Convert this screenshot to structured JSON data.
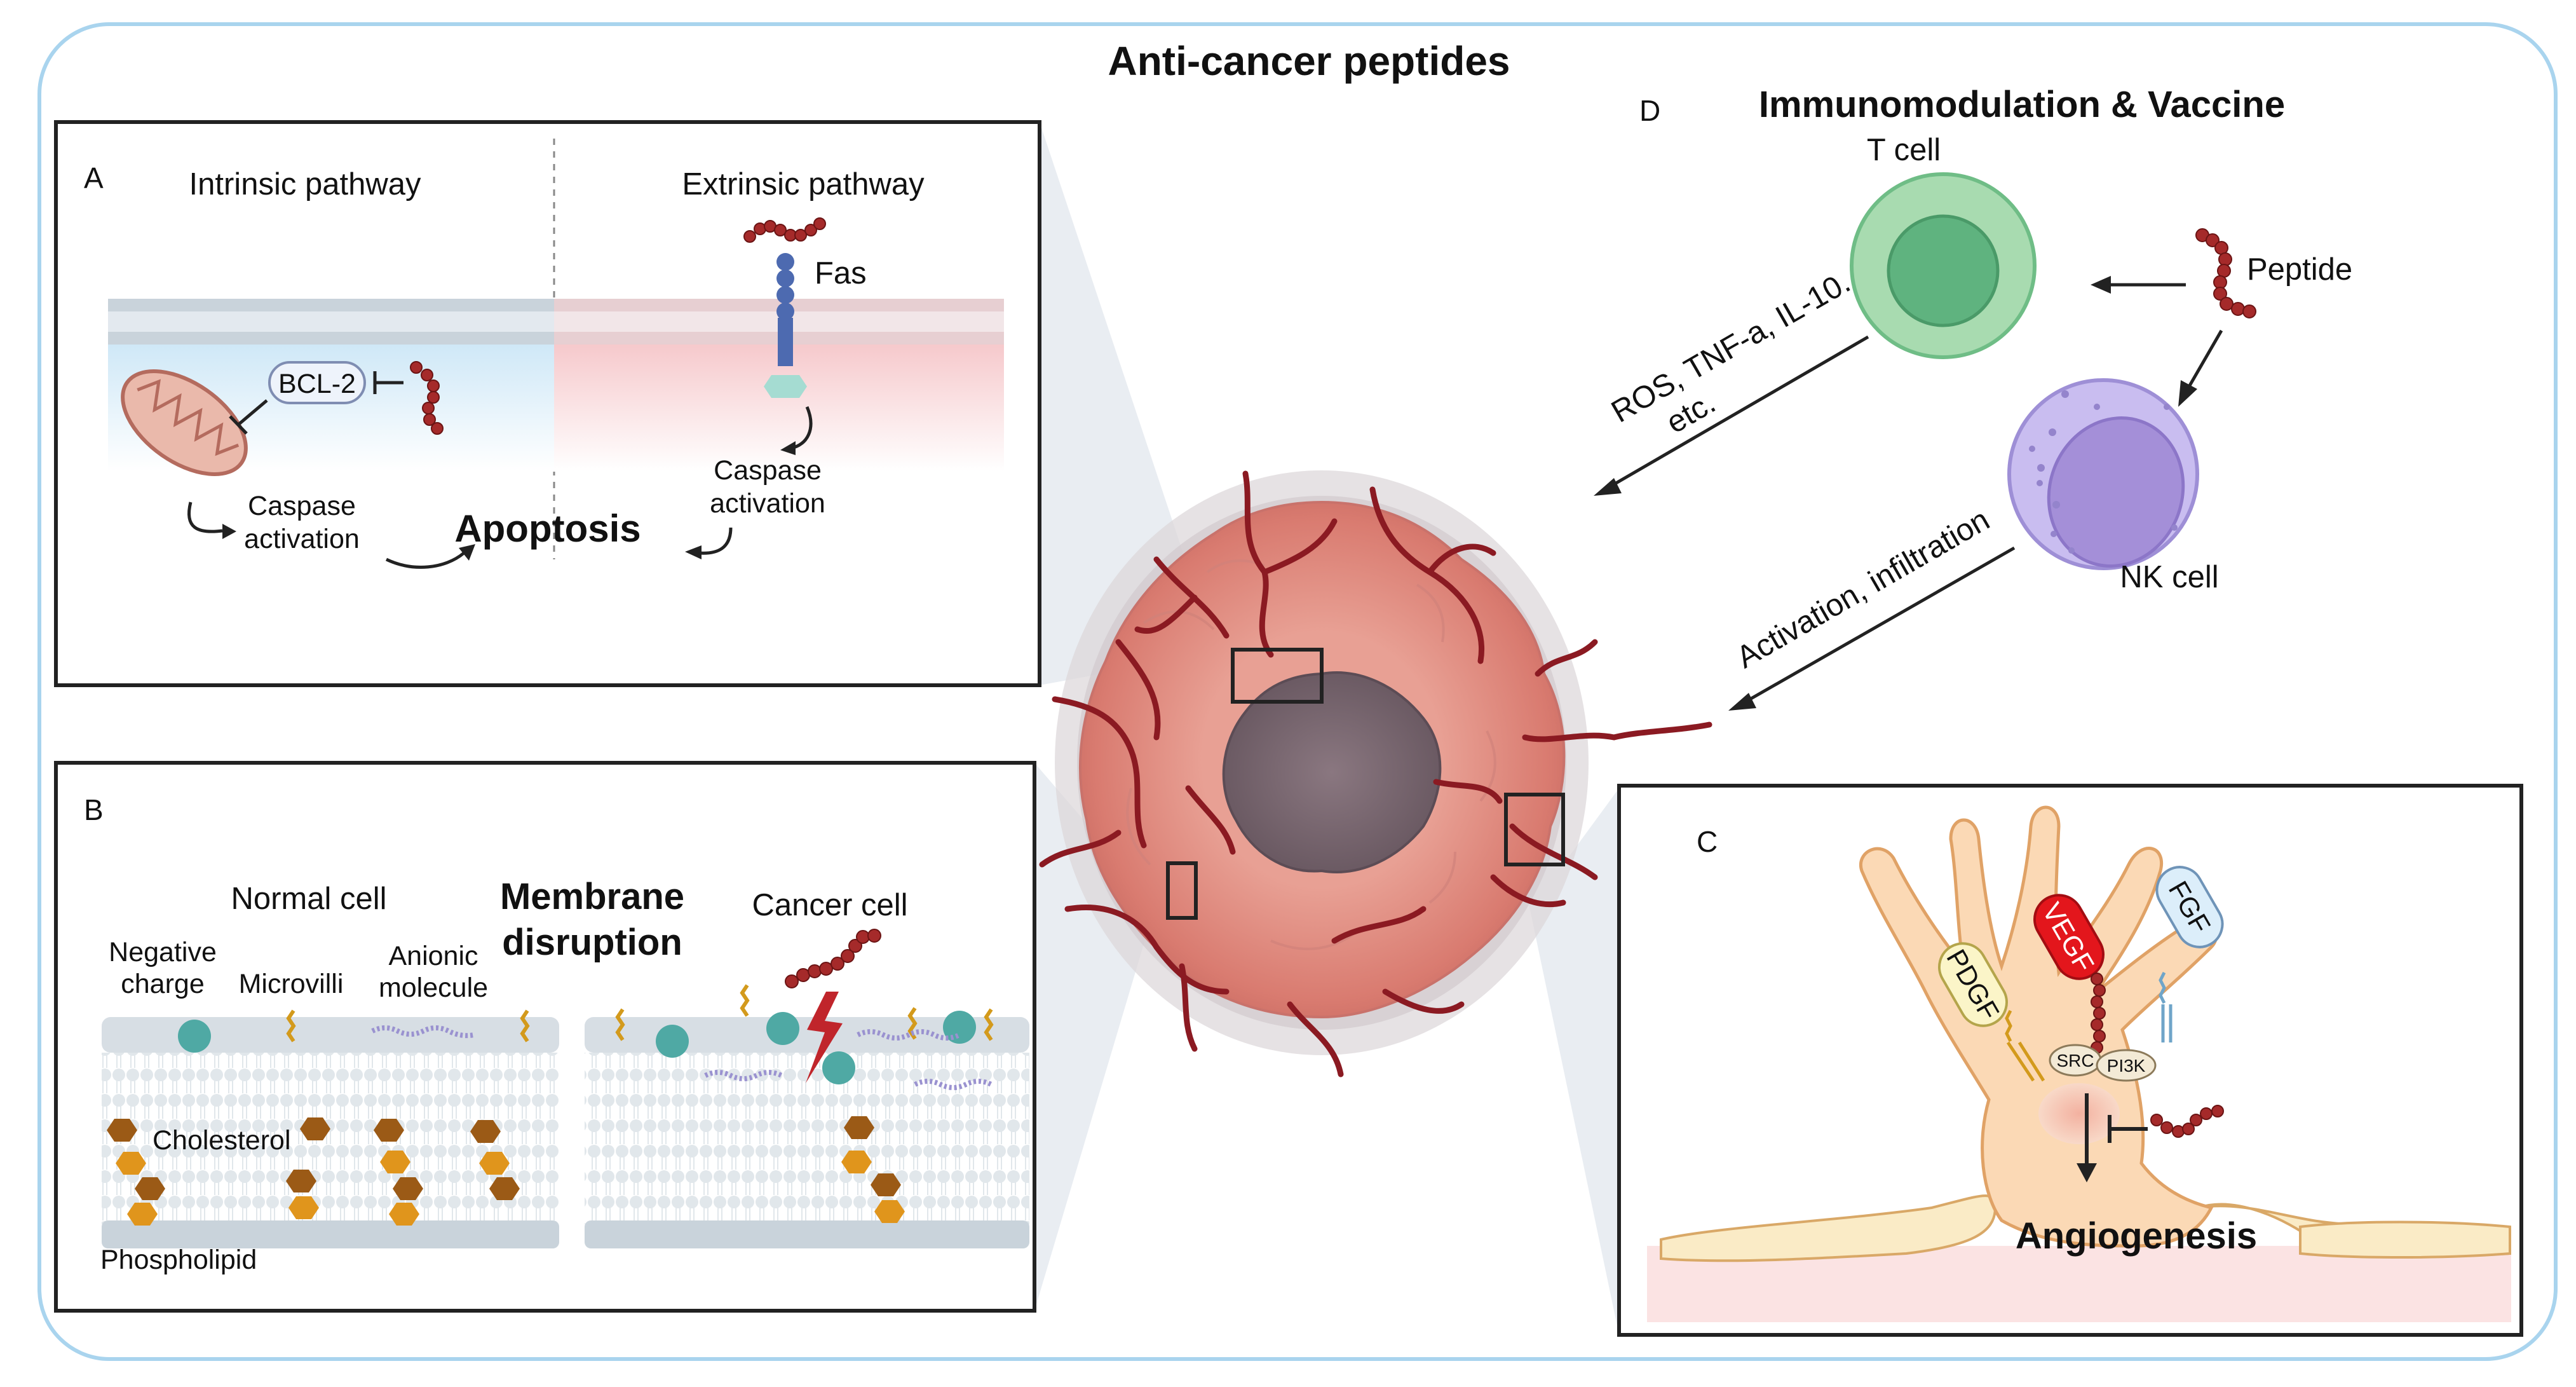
{
  "title": "Anti-cancer peptides",
  "panel_a": {
    "letter": "A",
    "intrinsic": "Intrinsic pathway",
    "extrinsic": "Extrinsic pathway",
    "fas": "Fas",
    "bcl2": "BCL-2",
    "caspase_left": [
      "Caspase",
      "activation"
    ],
    "caspase_right": [
      "Caspase",
      "activation"
    ],
    "apoptosis": "Apoptosis"
  },
  "panel_b": {
    "letter": "B",
    "normal_cell": "Normal cell",
    "cancer_cell": "Cancer cell",
    "title": [
      "Membrane",
      "disruption"
    ],
    "negative_charge": [
      "Negative",
      "charge"
    ],
    "microvilli": "Microvilli",
    "anionic": [
      "Anionic",
      "molecule"
    ],
    "cholesterol": "Cholesterol",
    "phospholipid": "Phospholipid"
  },
  "panel_c": {
    "letter": "C",
    "pdgf": "PDGF",
    "vegf": "VEGF",
    "fgf": "FGF",
    "src": "SRC",
    "pi3k": "PI3K",
    "angiogenesis": "Angiogenesis"
  },
  "panel_d": {
    "letter": "D",
    "title": "Immunomodulation & Vaccine",
    "t_cell": "T cell",
    "nk_cell": "NK cell",
    "peptide": "Peptide",
    "ros": [
      "ROS, TNF-a, IL-10.",
      "etc."
    ],
    "activation": "Activation, infiltration"
  },
  "colors": {
    "frame": "#a9d4ee",
    "vessel": "#8b1a22",
    "tumor": "#e59a8e",
    "core": "#7d6b74",
    "peptide": "#a52a2a",
    "t_cell": "#8fcf9f",
    "nk_cell": "#b9a9e0",
    "cholesterol": "#e0951c",
    "vegf": "#e3161c"
  }
}
